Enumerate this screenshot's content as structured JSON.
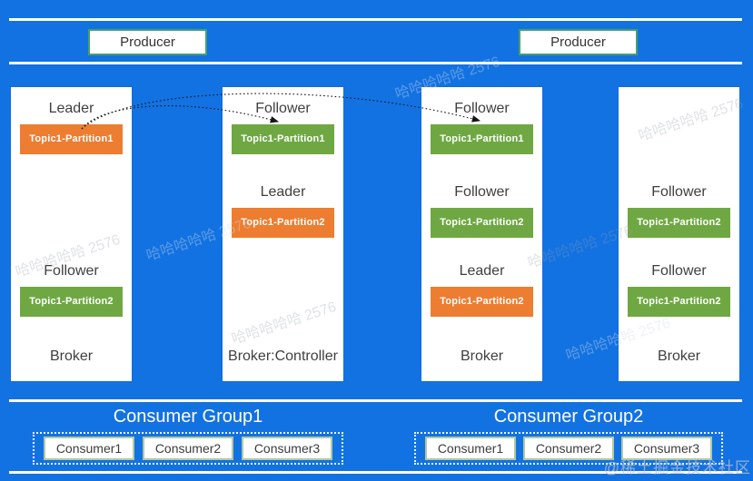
{
  "colors": {
    "background": "#1272e2",
    "leader_partition": "#ed7d31",
    "follower_partition": "#6fa843",
    "producer_border": "#46a06a",
    "consumer_border": "#b2c8a2",
    "separator_line": "#ffffff",
    "label_text": "#3f3f3f",
    "group_title_text": "#ffffff"
  },
  "producers": [
    {
      "label": "Producer"
    },
    {
      "label": "Producer"
    }
  ],
  "brokers": [
    {
      "name": "Broker",
      "slots": [
        {
          "role": "Leader",
          "partition": "Topic1-Partition1",
          "type": "leader"
        },
        {
          "role": "Follower",
          "partition": "Topic1-Partition2",
          "type": "follower"
        }
      ]
    },
    {
      "name": "Broker:Controller",
      "slots": [
        {
          "role": "Follower",
          "partition": "Topic1-Partition1",
          "type": "follower"
        },
        {
          "role": "Leader",
          "partition": "Topic1-Partition2",
          "type": "leader"
        }
      ]
    },
    {
      "name": "Broker",
      "slots": [
        {
          "role": "Follower",
          "partition": "Topic1-Partition1",
          "type": "follower"
        },
        {
          "role": "Follower",
          "partition": "Topic1-Partition2",
          "type": "follower"
        },
        {
          "role": "Leader",
          "partition": "Topic1-Partition2",
          "type": "leader"
        }
      ]
    },
    {
      "name": "Broker",
      "slots": [
        {
          "role": "Follower",
          "partition": "Topic1-Partition2",
          "type": "follower"
        },
        {
          "role": "Follower",
          "partition": "Topic1-Partition2",
          "type": "follower"
        }
      ]
    }
  ],
  "consumer_groups": [
    {
      "title": "Consumer Group1",
      "consumers": [
        "Consumer1",
        "Consumer2",
        "Consumer3"
      ]
    },
    {
      "title": "Consumer Group2",
      "consumers": [
        "Consumer1",
        "Consumer2",
        "Consumer3"
      ]
    }
  ],
  "watermark": {
    "diagonal_text": "哈哈哈哈哈 2576",
    "site_credit": "@稀土掘金技术社区"
  }
}
